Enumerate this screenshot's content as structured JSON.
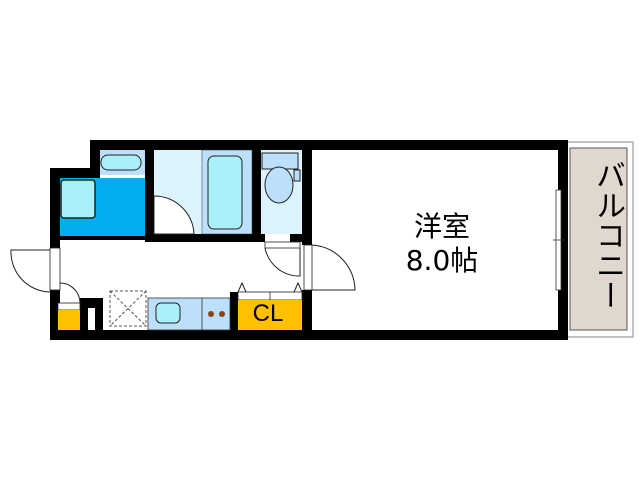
{
  "floor_plan": {
    "rooms": {
      "western_room": {
        "name": "洋室",
        "size": "8.0帖"
      },
      "closet": {
        "label": "CL"
      },
      "balcony": {
        "label": "バルコニー"
      },
      "washroom": {
        "name": "washroom"
      },
      "bathroom": {
        "name": "bathroom"
      },
      "toilet": {
        "name": "toilet"
      },
      "kitchen": {
        "name": "kitchen"
      },
      "entrance": {
        "name": "entrance"
      }
    },
    "colors": {
      "wall": "#000000",
      "wet_area_light": "#dcf2fd",
      "bath_tub": "#aaf0fb",
      "fixture_blue": "#bcdffb",
      "washer_area": "#00aeef",
      "closet": "#ffc000",
      "balcony": "#e0d8cf",
      "stove_burner": "#8b4513"
    }
  }
}
